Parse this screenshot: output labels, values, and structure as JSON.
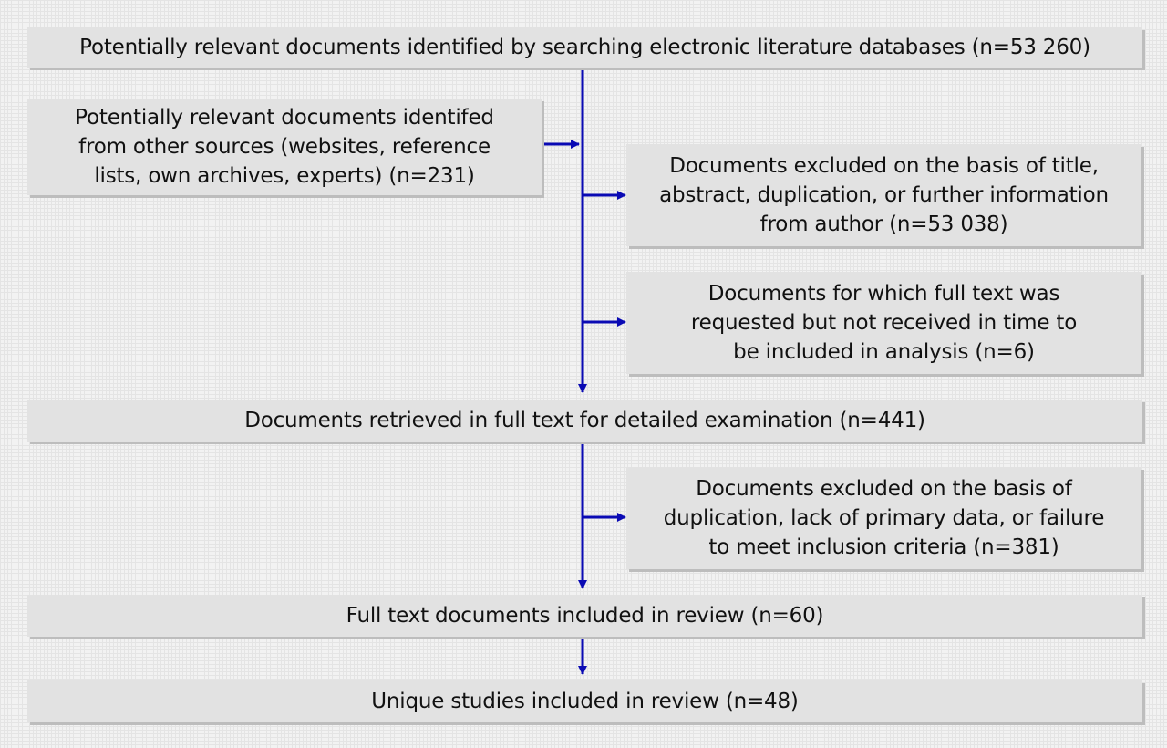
{
  "flowchart": {
    "identified_databases": "Potentially relevant documents identified by searching electronic literature databases (n=53 260)",
    "identified_other": "Potentially relevant documents identifed from other sources (websites, reference lists, own archives, experts) (n=231)",
    "excluded_title": "Documents excluded on the basis of title, abstract, duplication, or further information from author (n=53 038)",
    "not_received": "Documents for which full text was requested but not received in time to be included in analysis (n=6)",
    "retrieved_full_text": "Documents retrieved in full text for detailed examination (n=441)",
    "excluded_duplication": "Documents excluded on the basis of duplication, lack of primary data, or failure to meet inclusion criteria (n=381)",
    "included_full_text": "Full text documents included in review (n=60)",
    "unique_studies": "Unique studies included in review (n=48)"
  },
  "colors": {
    "arrow": "#0a0ab4",
    "box": "#e2e2e2",
    "shadow": "#bdbdbd"
  }
}
